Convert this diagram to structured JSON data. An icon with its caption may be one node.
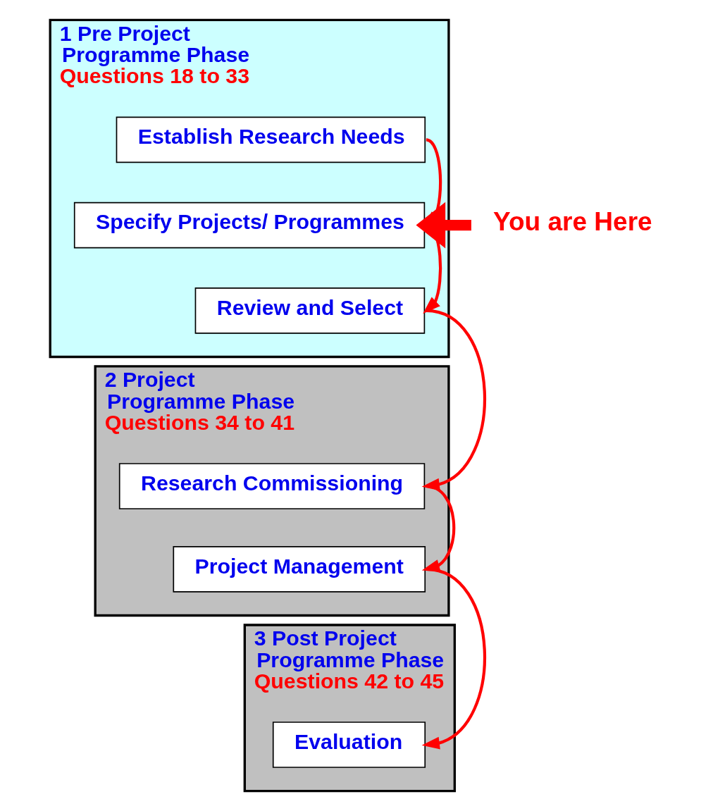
{
  "diagram": {
    "nodes": [
      {
        "text": [
          "1 Pre Project Programme Phase",
          "Questions 18 to 33"
        ]
      },
      {
        "text": [
          "Establish Research Needs"
        ],
        "in": 0
      },
      {
        "text": [
          "Specify Projects/ Programmes"
        ],
        "in": 0
      },
      {
        "text": [
          "Review and Select"
        ],
        "in": 0
      },
      {
        "text": [
          "2 Project Programme Phase",
          "Questions 34 to 41"
        ]
      },
      {
        "text": [
          "Research Commissioning"
        ],
        "in": 4
      },
      {
        "text": [
          "Project Management"
        ],
        "in": 4
      },
      {
        "text": [
          "3 Post Project Programme Phase",
          "Questions 42 to 45"
        ]
      },
      {
        "text": [
          "Evaluation"
        ],
        "in": 7
      },
      {
        "text": [
          "You are Here"
        ]
      }
    ],
    "edges": [
      {
        "from": 1,
        "to": 2,
        "arrow": "to"
      },
      {
        "from": 2,
        "to": 3,
        "arrow": "to"
      },
      {
        "from": 3,
        "to": 5,
        "arrow": "to"
      },
      {
        "from": 5,
        "to": 6,
        "arrow": "to"
      },
      {
        "from": 6,
        "to": 8,
        "arrow": "to"
      },
      {
        "from": 9,
        "to": 2,
        "arrow": "to",
        "style": "thick"
      }
    ]
  }
}
